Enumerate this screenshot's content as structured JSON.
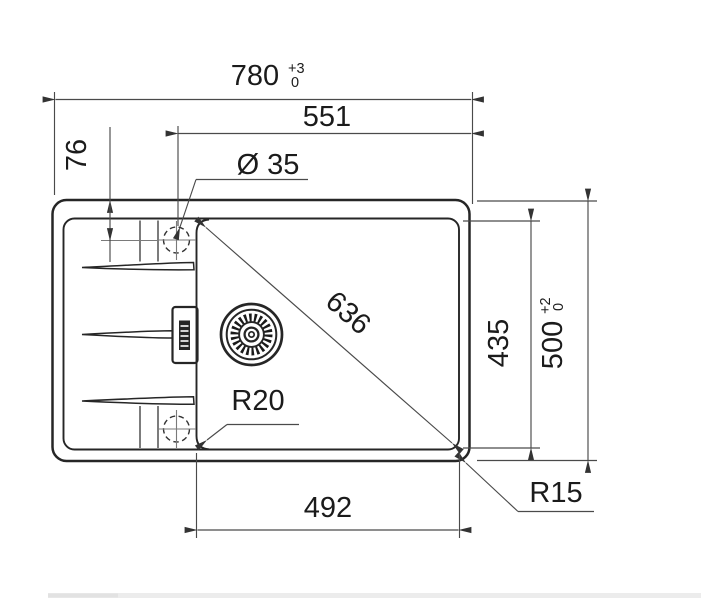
{
  "drawing": {
    "type": "kitchen-sink-plan-technical-drawing",
    "units": "mm",
    "dims": {
      "overall_width": {
        "label": "780",
        "tol_top": "+3",
        "tol_bottom": "0"
      },
      "tap_center_to_right": {
        "label": "551"
      },
      "rim_to_tap_center": {
        "label": "76"
      },
      "tap_hole_diameter": {
        "label": "Ø 35"
      },
      "bowl_diagonal": {
        "label": "636"
      },
      "bowl_depth": {
        "label": "435"
      },
      "overall_depth": {
        "label": "500",
        "tol_top": "+2",
        "tol_bottom": "0"
      },
      "bowl_corner_radius": {
        "label": "R20"
      },
      "outer_corner_radius": {
        "label": "R15"
      },
      "bowl_width_bottom": {
        "label": "492"
      }
    },
    "colors": {
      "line": "#262626",
      "dimension_line": "#4a4a4a",
      "text": "#1b1b1b",
      "footer_bar": "#ececec"
    }
  }
}
